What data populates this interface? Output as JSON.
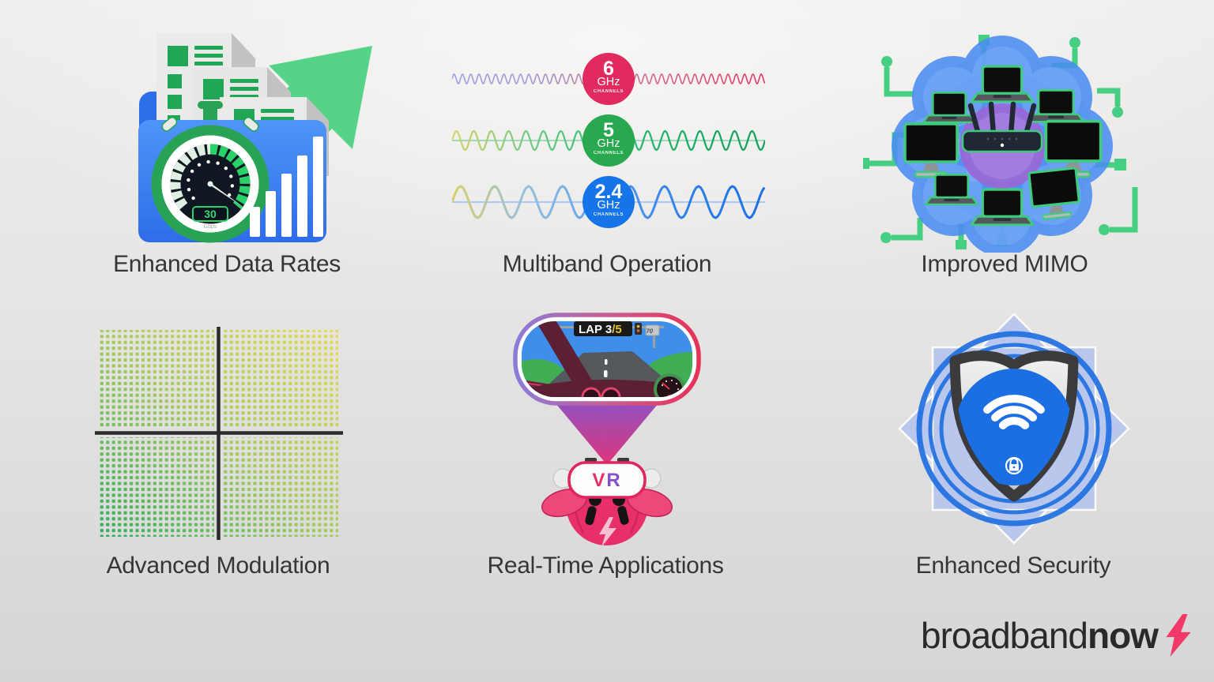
{
  "palette": {
    "background_top": "#efeeec",
    "background_bottom": "#d6d5d7",
    "label_color": "#333538",
    "green_accent": "#3ecb7d",
    "folder_blue": "#2f74f0",
    "arrow_green": "#55d489",
    "brand_pink": "#f23a68",
    "security_blue": "#1b6fe3",
    "mimo_purple": "#9768d6"
  },
  "features": {
    "enhanced_data_rates": {
      "label": "Enhanced Data Rates",
      "speedometer": {
        "value": "30",
        "unit": "Gbps"
      }
    },
    "multiband_operation": {
      "label": "Multiband Operation",
      "bands": [
        {
          "value": "6",
          "unit": "GHz",
          "sub": "CHANNELS",
          "badge_color": "#e12a5e",
          "wave": {
            "amplitude": 6,
            "wavelength": 10.5,
            "width": 1.6
          },
          "stops": [
            "#9aa2e4",
            "#a596d4",
            "#c47a9e",
            "#d85a80",
            "#e23a64"
          ]
        },
        {
          "value": "5",
          "unit": "GHz",
          "sub": "CHANNELS",
          "badge_color": "#28a84f",
          "wave": {
            "amplitude": 12,
            "wavelength": 22,
            "width": 2.2
          },
          "stops": [
            "#d8d46a",
            "#6ec983",
            "#2fbe78",
            "#17ab62",
            "#0ea058"
          ],
          "baseline_color": "#84d2a6"
        },
        {
          "value": "2.4",
          "unit": "GHz",
          "sub": "CHANNELS",
          "badge_color": "#1474e8",
          "wave": {
            "amplitude": 20,
            "wavelength": 43,
            "width": 3
          },
          "stops": [
            "#d6cf6e",
            "#8fc0e2",
            "#5b9bee",
            "#2b80ea",
            "#1b6fe4"
          ],
          "baseline_color": "#a9c9f2"
        }
      ]
    },
    "improved_mimo": {
      "label": "Improved MIMO"
    },
    "advanced_modulation": {
      "label": "Advanced Modulation"
    },
    "real_time_applications": {
      "label": "Real-Time Applications",
      "hud": {
        "lap": "LAP 3",
        "total": "/5",
        "speed_sign": "70"
      },
      "headset": {
        "letter1": "V",
        "letter2": "R"
      }
    },
    "enhanced_security": {
      "label": "Enhanced Security"
    }
  },
  "brand": {
    "name_regular": "broadband",
    "name_bold": "now"
  }
}
